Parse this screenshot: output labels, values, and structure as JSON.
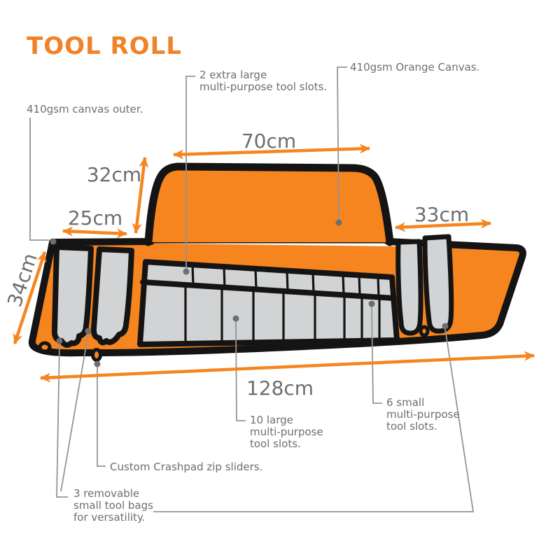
{
  "title": "TOOL ROLL",
  "callouts": {
    "canvas_outer": "410gsm canvas outer.",
    "extra_large_slots": "2 extra large\nmulti-purpose tool slots.",
    "orange_canvas": "410gsm Orange Canvas.",
    "large_slots": "10 large\nmulti-purpose\ntool slots.",
    "small_slots": "6 small\nmulti-purpose\ntool slots.",
    "zip_sliders": "Custom Crashpad zip sliders.",
    "tool_bags": "3 removable\nsmall tool bags\nfor versatility."
  },
  "dimensions": {
    "flap_width": "70cm",
    "flap_height": "32cm",
    "left_panel_width": "25cm",
    "right_panel_width": "33cm",
    "roll_height": "34cm",
    "total_width": "128cm"
  },
  "colors": {
    "brand_orange": "#F28227",
    "canvas_orange": "#F6851F",
    "outline_black": "#141414",
    "slot_gray": "#D2D3D4",
    "text_gray": "#6D6E70",
    "line_gray": "#939598"
  }
}
